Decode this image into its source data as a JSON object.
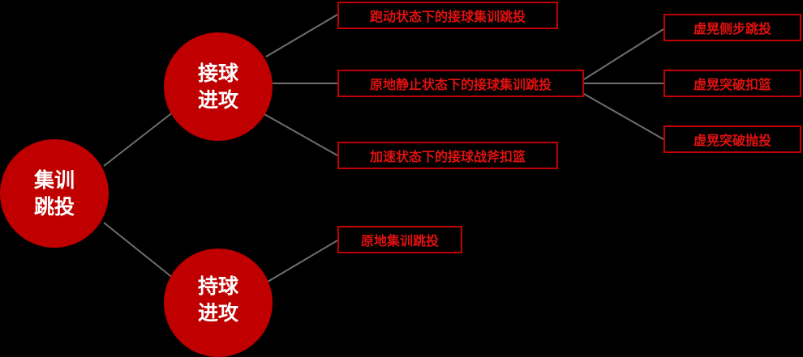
{
  "colors": {
    "background": "#000000",
    "node_fill": "#c00000",
    "node_text": "#ffffff",
    "box_border": "#c00000",
    "box_text": "#e01010",
    "connector": "#6e6e6e"
  },
  "nodes": {
    "root": {
      "line1": "集训",
      "line2": "跳投"
    },
    "catch_attack": {
      "line1": "接球",
      "line2": "进攻"
    },
    "dribble_attack": {
      "line1": "持球",
      "line2": "进攻"
    }
  },
  "boxes": {
    "running_catch": "跑动状态下的接球集训跳投",
    "stationary_catch": "原地静止状态下的接球集训跳投",
    "accelerate_catch": "加速状态下的接球战斧扣篮",
    "stationary_training": "原地集训跳投",
    "fake_side_step": "虚晃侧步跳投",
    "fake_break_dunk": "虚晃突破扣篮",
    "fake_break_throw": "虚晃突破抛投"
  }
}
